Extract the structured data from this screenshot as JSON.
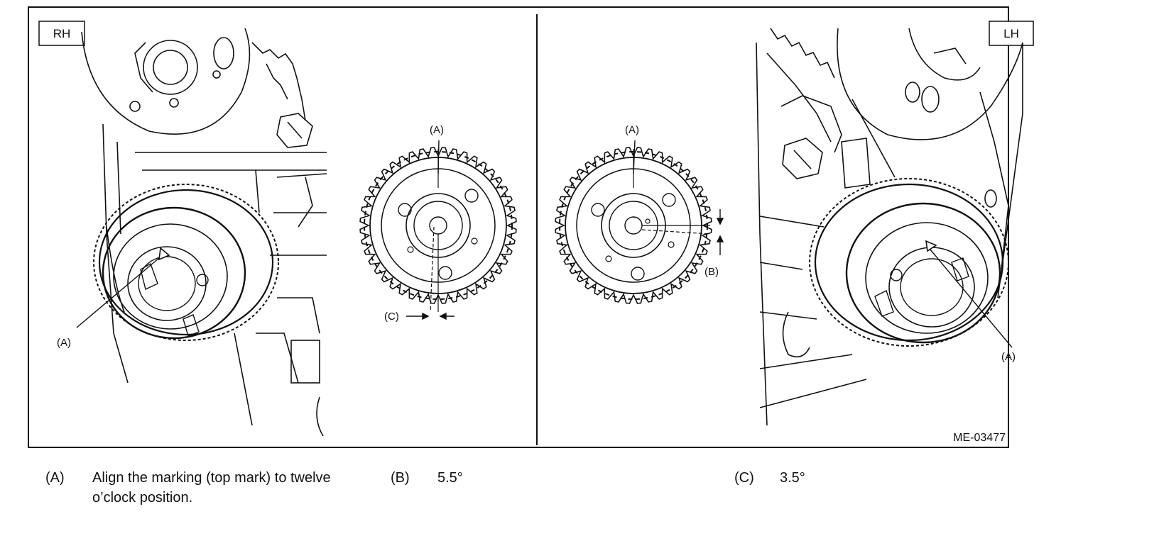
{
  "panels": {
    "right_head_tag": "RH",
    "left_head_tag": "LH",
    "figure_id": "ME-03477"
  },
  "callouts": {
    "rh_sprocket_mark": "(A)",
    "rh_detail_mark": "(A)",
    "rh_detail_offset": "(C)",
    "lh_detail_mark": "(A)",
    "lh_detail_offset": "(B)",
    "lh_sprocket_mark": "(A)"
  },
  "legend": [
    {
      "key": "(A)",
      "text": "Align the marking (top mark) to twelve o’clock position."
    },
    {
      "key": "(B)",
      "text": "5.5°"
    },
    {
      "key": "(C)",
      "text": "3.5°"
    }
  ]
}
